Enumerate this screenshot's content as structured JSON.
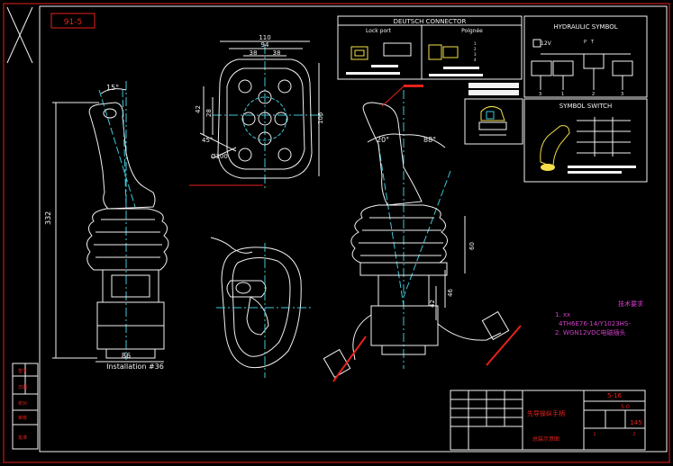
{
  "drawing": {
    "ref_box_top": "91-5",
    "dims_left": {
      "angle_top": "15°",
      "height": "332",
      "base_width": "86",
      "installation_note": "Installation #36"
    },
    "dims_top": {
      "overall_width": "110",
      "inner_width": "94",
      "half_left": "38",
      "half_right": "38",
      "left_1": "42",
      "left_2": "28",
      "right_1": "106",
      "angle": "45°",
      "hole_dia": "Ø100"
    },
    "dims_right": {
      "angle_left": "20°",
      "angle_right": "88°",
      "height_1": "60",
      "height_2": "46",
      "height_3": "42"
    },
    "connector": {
      "title": "DEUTSCH CONNECTOR",
      "left_label": "Lock port",
      "right_label": "Polgnée",
      "pin_list": [
        "1",
        "2",
        "3",
        "4"
      ]
    },
    "hydraulic": {
      "title": "HYDRAULIC SYMBOL",
      "voltage": "12V",
      "ports": [
        "P",
        "T"
      ],
      "bottom_ports": [
        "3",
        "1",
        "2",
        "3"
      ]
    },
    "switch": {
      "title": "SYMBOL SWITCH"
    },
    "notes": {
      "heading": "技术要求",
      "line1": "1.  xx",
      "line2": "4TH6E76-14/Y1023HS-",
      "line3": "2.  WGN12VDC电磁插头"
    },
    "title_block": {
      "name": "先导操纵手柄",
      "sub": "总装示意图",
      "code": "5-16",
      "scale": "5:0",
      "weight": "145",
      "sheet_marks": [
        "1",
        "2"
      ]
    },
    "left_strip": [
      "签字",
      "日期",
      "校对",
      "审核",
      "批准"
    ]
  }
}
